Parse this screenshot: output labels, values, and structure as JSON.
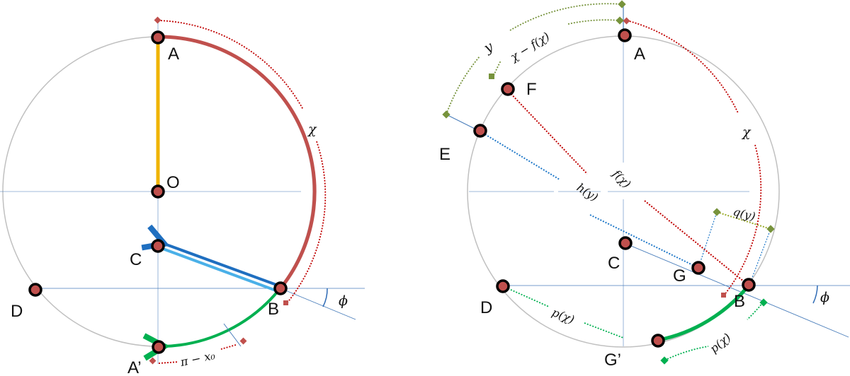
{
  "left_figure": {
    "points": [
      {
        "id": "A",
        "label": "A"
      },
      {
        "id": "O",
        "label": "O"
      },
      {
        "id": "C",
        "label": "C"
      },
      {
        "id": "D",
        "label": "D"
      },
      {
        "id": "B",
        "label": "B"
      },
      {
        "id": "A2",
        "label": "A’"
      }
    ],
    "annotations": {
      "chi": "χ",
      "phi": "ϕ",
      "pi_minus_x0": "π − x₀"
    }
  },
  "right_figure": {
    "points": [
      {
        "id": "A",
        "label": "A"
      },
      {
        "id": "F",
        "label": "F"
      },
      {
        "id": "E",
        "label": "E"
      },
      {
        "id": "C",
        "label": "C"
      },
      {
        "id": "G",
        "label": "G"
      },
      {
        "id": "B",
        "label": "B"
      },
      {
        "id": "D",
        "label": "D"
      },
      {
        "id": "G2",
        "label": "G’"
      }
    ],
    "annotations": {
      "y": "y",
      "chi_minus_f": "χ − f(χ)",
      "chi": "χ",
      "f_chi": "f(χ)",
      "h_y": "h(y)",
      "q_y": "q(y)",
      "p_chi_left": "p(χ)",
      "p_chi_right": "p(χ)",
      "phi": "ϕ"
    }
  },
  "colors": {
    "circle": "#c0c0c0",
    "axis": "#4a7ebb",
    "arc_red": "#c0504d",
    "dotted_red": "#c00000",
    "radius_yellow": "#f0b400",
    "arrow_blue": "#1f6fc0",
    "arrow_light_blue": "#4ab0e8",
    "arc_green": "#00b050",
    "olive_green": "#77933c",
    "point_fill": "#c0504d",
    "point_stroke": "#000000"
  }
}
